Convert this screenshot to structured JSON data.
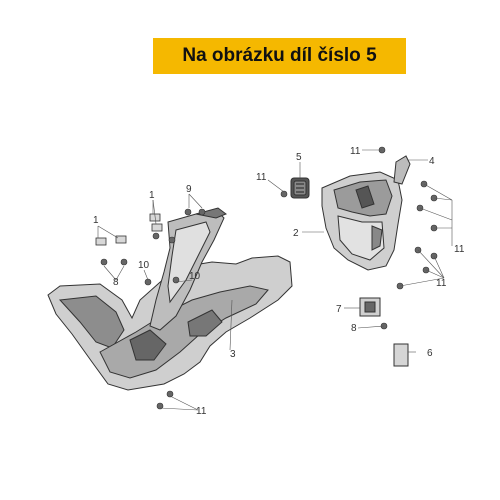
{
  "banner": {
    "text": "Na obrázku díl číslo 5",
    "background": "#f5b800"
  },
  "callouts": [
    "1",
    "1",
    "9",
    "10",
    "8",
    "10",
    "3",
    "11",
    "5",
    "11",
    "4",
    "2",
    "7",
    "8",
    "6",
    "11",
    "11",
    "11"
  ],
  "colors": {
    "line": "#333333",
    "part_fill": "#cfcfcf",
    "part_dark": "#555555"
  }
}
